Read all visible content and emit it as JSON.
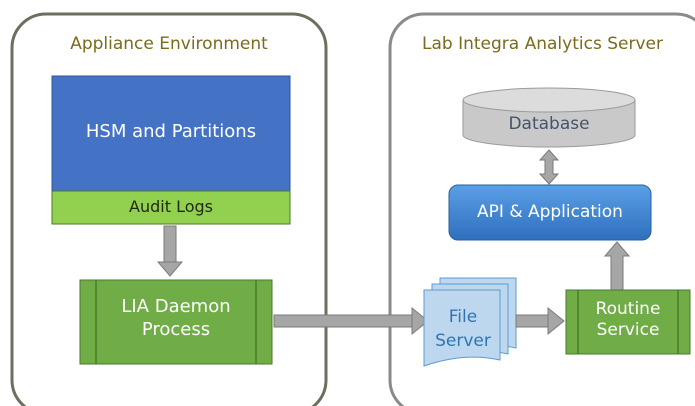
{
  "appliance": {
    "title": "Appliance Environment",
    "hsm_label": "HSM and Partitions",
    "audit_logs_label": "Audit Logs",
    "daemon_label": "LIA Daemon Process"
  },
  "server": {
    "title": "Lab Integra Analytics Server",
    "database_label": "Database",
    "api_label": "API & Application",
    "file_server_label": "File Server",
    "routine_service_label": "Routine Service"
  },
  "colors": {
    "container_border": "#6e6e5e",
    "title_text": "#7a6a1e",
    "hsm_fill": "#4472c4",
    "green_fill": "#70ad47",
    "green_light": "#92d050",
    "arrow_fill": "#a6a6a6",
    "db_fill": "#c9c9c9",
    "db_text": "#44546a",
    "api_fill": "#4a8fdc",
    "file_fill": "#bdd7ee",
    "file_text": "#2e75b6"
  }
}
